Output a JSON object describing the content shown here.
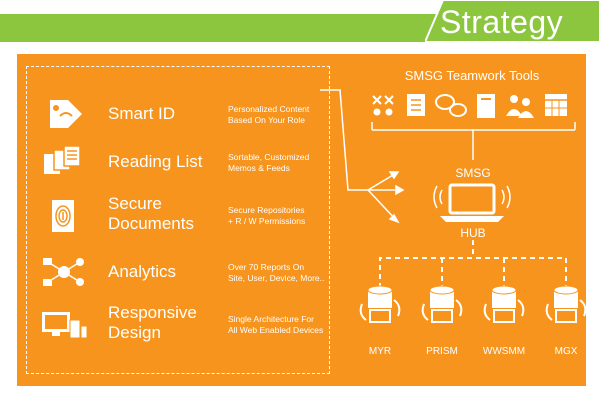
{
  "header": {
    "title": "Strategy"
  },
  "features": [
    {
      "title_lines": [
        "Smart ID"
      ],
      "desc_lines": [
        "Personalized Content",
        "Based On Your Role"
      ],
      "icon": "tag-icon"
    },
    {
      "title_lines": [
        "Reading List"
      ],
      "desc_lines": [
        "Sortable, Customized",
        "Memos  &  Feeds"
      ],
      "icon": "documents-icon"
    },
    {
      "title_lines": [
        "Secure",
        "Documents"
      ],
      "desc_lines": [
        "Secure Repositories",
        "+ R / W  Permissions"
      ],
      "icon": "fingerprint-icon"
    },
    {
      "title_lines": [
        "Analytics"
      ],
      "desc_lines": [
        "Over 70 Reports On",
        "Site, User, Device, More.."
      ],
      "icon": "network-icon"
    },
    {
      "title_lines": [
        "Responsive",
        "Design"
      ],
      "desc_lines": [
        "Single Architecture For",
        "All Web Enabled Devices"
      ],
      "icon": "devices-icon"
    }
  ],
  "tools": {
    "title": "SMSG Teamwork Tools",
    "icons": [
      "strategy-board-icon",
      "checklist-icon",
      "chat-bubbles-icon",
      "document-icon",
      "team-icon",
      "calendar-icon"
    ]
  },
  "hub": {
    "top_label": "SMSG",
    "bottom_label": "HUB"
  },
  "nodes": [
    "MYR",
    "PRISM",
    "WWSMM",
    "MGX"
  ],
  "colors": {
    "orange": "#f7941d",
    "green": "#8cc63f",
    "white": "#ffffff"
  }
}
